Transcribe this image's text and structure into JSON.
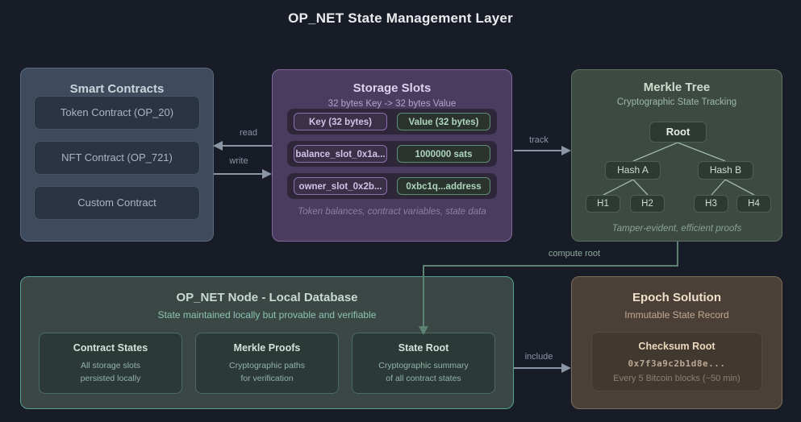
{
  "title": "OP_NET State Management Layer",
  "panels": {
    "smart_contracts": {
      "title": "Smart Contracts",
      "items": [
        "Token Contract (OP_20)",
        "NFT Contract (OP_721)",
        "Custom Contract"
      ]
    },
    "storage_slots": {
      "title": "Storage Slots",
      "subtitle": "32 bytes Key -> 32 bytes Value",
      "rows": [
        {
          "key": "Key (32 bytes)",
          "value": "Value (32 bytes)"
        },
        {
          "key": "balance_slot_0x1a...",
          "value": "1000000 sats"
        },
        {
          "key": "owner_slot_0x2b...",
          "value": "0xbc1q...address"
        }
      ],
      "footer": "Token balances, contract variables, state data"
    },
    "merkle_tree": {
      "title": "Merkle Tree",
      "subtitle": "Cryptographic State Tracking",
      "nodes": {
        "root": "Root",
        "hash_a": "Hash A",
        "hash_b": "Hash B",
        "h1": "H1",
        "h2": "H2",
        "h3": "H3",
        "h4": "H4"
      },
      "footer": "Tamper-evident, efficient proofs"
    },
    "node_db": {
      "title": "OP_NET Node - Local Database",
      "subtitle": "State maintained locally but provable and verifiable",
      "cards": [
        {
          "title": "Contract States",
          "line1": "All storage slots",
          "line2": "persisted locally"
        },
        {
          "title": "Merkle Proofs",
          "line1": "Cryptographic paths",
          "line2": "for verification"
        },
        {
          "title": "State Root",
          "line1": "Cryptographic summary",
          "line2": "of all contract states"
        }
      ]
    },
    "epoch": {
      "title": "Epoch Solution",
      "subtitle": "Immutable State Record",
      "checksum": {
        "title": "Checksum Root",
        "hash": "0x7f3a9c2b1d8e...",
        "caption": "Every 5 Bitcoin blocks (~50 min)"
      }
    }
  },
  "edges": {
    "read": "read",
    "write": "write",
    "track": "track",
    "compute_root": "compute root",
    "include": "include"
  },
  "colors": {
    "background": "#171c26",
    "smart_panel": "#3e4b5d",
    "storage_panel": "#4a3c5e",
    "merkle_panel": "#3d4a42",
    "node_panel": "#3a4745",
    "node_border": "#55a18e",
    "epoch_panel": "#4a4037",
    "key_border": "#8b6fae",
    "value_border": "#5f8f72",
    "arrow_gray": "#8b96a5",
    "arrow_green": "#5e8271"
  }
}
